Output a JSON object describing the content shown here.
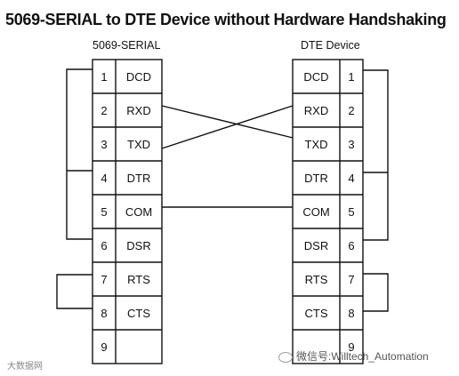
{
  "title": "5069-SERIAL to DTE Device without Hardware Handshaking",
  "left_device": {
    "label": "5069-SERIAL",
    "pins": [
      "1",
      "2",
      "3",
      "4",
      "5",
      "6",
      "7",
      "8",
      "9"
    ],
    "signals": [
      "DCD",
      "RXD",
      "TXD",
      "DTR",
      "COM",
      "DSR",
      "RTS",
      "CTS",
      ""
    ]
  },
  "right_device": {
    "label": "DTE Device",
    "pins": [
      "1",
      "2",
      "3",
      "4",
      "5",
      "6",
      "7",
      "8",
      "9"
    ],
    "signals": [
      "DCD",
      "RXD",
      "TXD",
      "DTR",
      "COM",
      "DSR",
      "RTS",
      "CTS",
      ""
    ]
  },
  "connections": [
    {
      "from": "RXD",
      "to": "TXD"
    },
    {
      "from": "TXD",
      "to": "RXD"
    },
    {
      "from": "COM",
      "to": "COM"
    }
  ],
  "watermark_left": "大数据网",
  "watermark_right": "微信号:Willtech_Automation"
}
